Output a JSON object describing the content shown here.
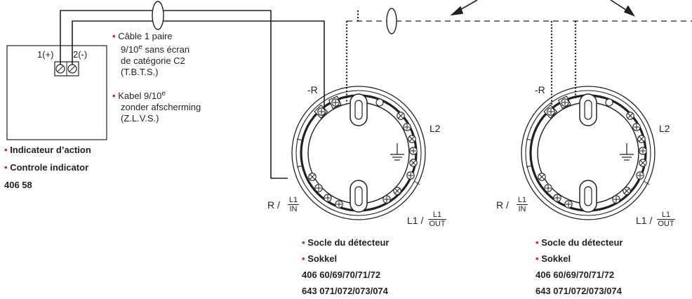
{
  "indicator": {
    "terminal_plus": "1(+)",
    "terminal_minus": "2(-)",
    "label_fr": "Indicateur d’action",
    "label_nl": "Controle indicator",
    "ref": "406 58"
  },
  "cable": {
    "fr_line1": "Câble 1 paire",
    "fr_line2_pre": "9/10",
    "fr_line2_sup": "e",
    "fr_line2_post": " sans écran",
    "fr_line3": "de catégorie C2",
    "fr_line4": "(T.B.T.S.)",
    "nl_line1_pre": "Kabel 9/10",
    "nl_line1_sup": "e",
    "nl_line2": "zonder afscherming",
    "nl_line3": "(Z.L.V.S.)"
  },
  "base_labels": {
    "minus_r": "-R",
    "l2": "L2",
    "r_slash": "R /",
    "l1": "L1",
    "in": "IN",
    "l1_slash": "L1 /",
    "out": "OUT"
  },
  "sockets": [
    {
      "label_fr": "Socle du détecteur",
      "label_nl": "Sokkel",
      "ref1": "406 60/69/70/71/72",
      "ref2": "643 071/072/073/074"
    },
    {
      "label_fr": "Socle du détecteur",
      "label_nl": "Sokkel",
      "ref1": "406 60/69/70/71/72",
      "ref2": "643 071/072/073/074"
    }
  ],
  "colors": {
    "bullet": "#e4202b",
    "line": "#231f20"
  }
}
